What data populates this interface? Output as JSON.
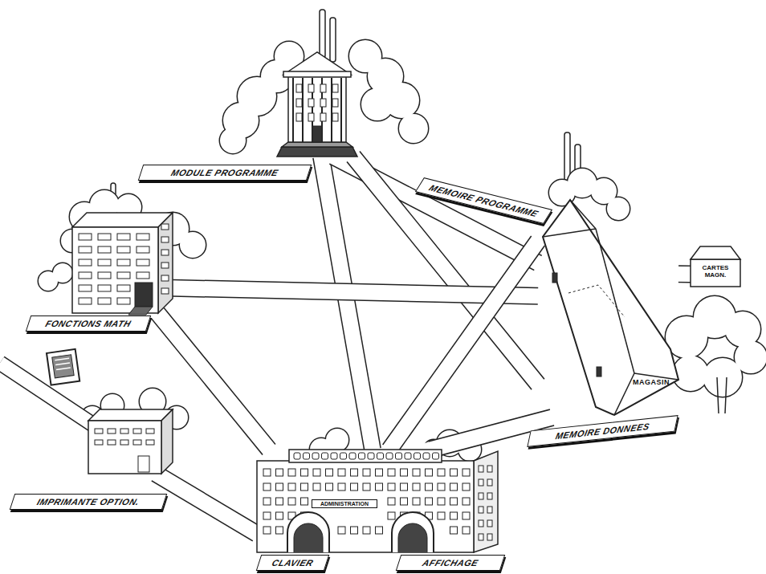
{
  "diagram": {
    "nodes": [
      {
        "text": [
          "MODULE PROGRAMME"
        ]
      },
      {
        "text": [
          "FONCTIONS MATH"
        ]
      },
      {
        "text": [
          "MEMOIRE PROGRAMME",
          "MAGASIN",
          "MEMOIRE DONNEES"
        ]
      },
      {
        "text": [
          "CARTES MAGN."
        ]
      },
      {
        "text": [
          "IMPRIMANTE OPTION."
        ]
      },
      {
        "text": [
          "ADMINISTRATION",
          "CLAVIER",
          "AFFICHAGE"
        ]
      }
    ],
    "edges": [
      {
        "from": 0,
        "to": 5,
        "arrow": "none"
      },
      {
        "from": 0,
        "to": 2,
        "arrow": "none"
      },
      {
        "from": 0,
        "to": 2,
        "arrow": "none"
      },
      {
        "from": 1,
        "to": 2,
        "arrow": "none"
      },
      {
        "from": 1,
        "to": 5,
        "arrow": "none"
      },
      {
        "from": 5,
        "to": 2,
        "arrow": "none"
      },
      {
        "from": 5,
        "to": 2,
        "arrow": "none"
      },
      {
        "from": 4,
        "to": 5,
        "arrow": "none"
      },
      {
        "from": 3,
        "to": 2,
        "arrow": "none"
      }
    ]
  }
}
